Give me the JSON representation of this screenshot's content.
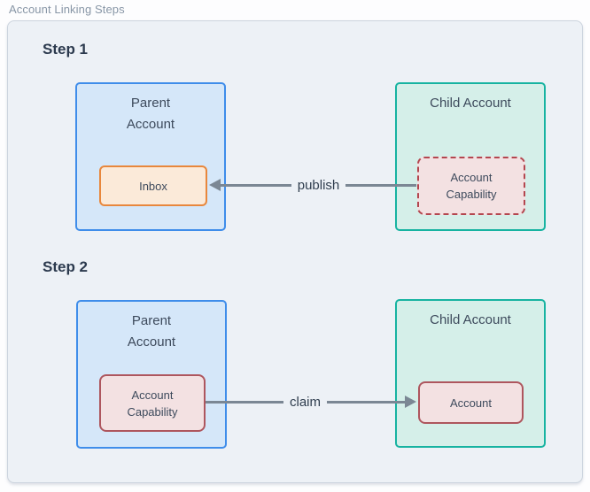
{
  "frame": {
    "title": "Account Linking Steps"
  },
  "colors": {
    "panel_bg": "#edf1f6",
    "panel_border": "#ccd4de",
    "parent_node_fill": "#d5e7f9",
    "parent_node_border": "#3f8dea",
    "child_node_fill": "#d5efe9",
    "child_node_border": "#17b3a1",
    "inbox_fill": "#fbead9",
    "inbox_border": "#e8873c",
    "capability_fill": "#f3e1e2",
    "capability_border": "#ae565e",
    "arrow": "#7b8794",
    "heading_text": "#2c3a4e",
    "node_text": "#3d4a5c"
  },
  "steps": [
    {
      "label": "Step 1",
      "parent": {
        "title": "Parent Account",
        "inner_label": "Inbox"
      },
      "child": {
        "title": "Child Account",
        "inner_label": "Account Capability",
        "inner_style": "dashed"
      },
      "arrow_label": "publish",
      "arrow_direction": "left"
    },
    {
      "label": "Step 2",
      "parent": {
        "title": "Parent Account",
        "inner_label": "Account Capability"
      },
      "child": {
        "title": "Child Account",
        "inner_label": "Account",
        "inner_style": "solid"
      },
      "arrow_label": "claim",
      "arrow_direction": "right"
    }
  ]
}
